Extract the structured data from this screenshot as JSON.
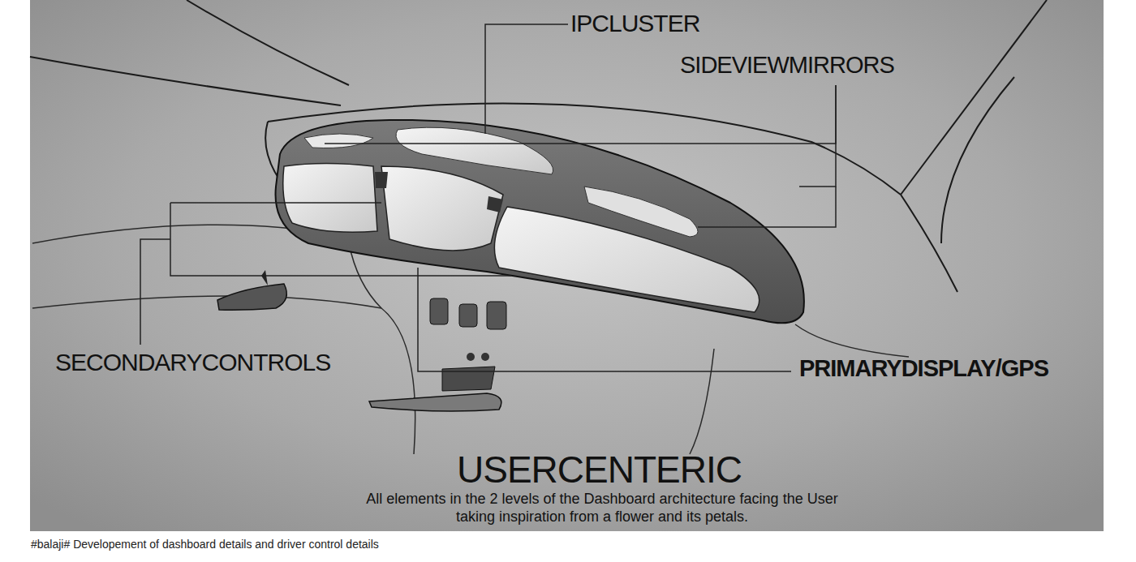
{
  "diagram": {
    "caption": "#balaji# Developement of dashboard details and driver control details",
    "labels": [
      "IPCLUSTER",
      "SIDEVIEWMIRRORS",
      "SECONDARYCONTROLS",
      "PRIMARYDISPLAY/GPS",
      "USERCENTERIC",
      "All elements in the 2 levels of the Dashboard architecture facing the User taking inspiration from a flower and its petals."
    ]
  }
}
